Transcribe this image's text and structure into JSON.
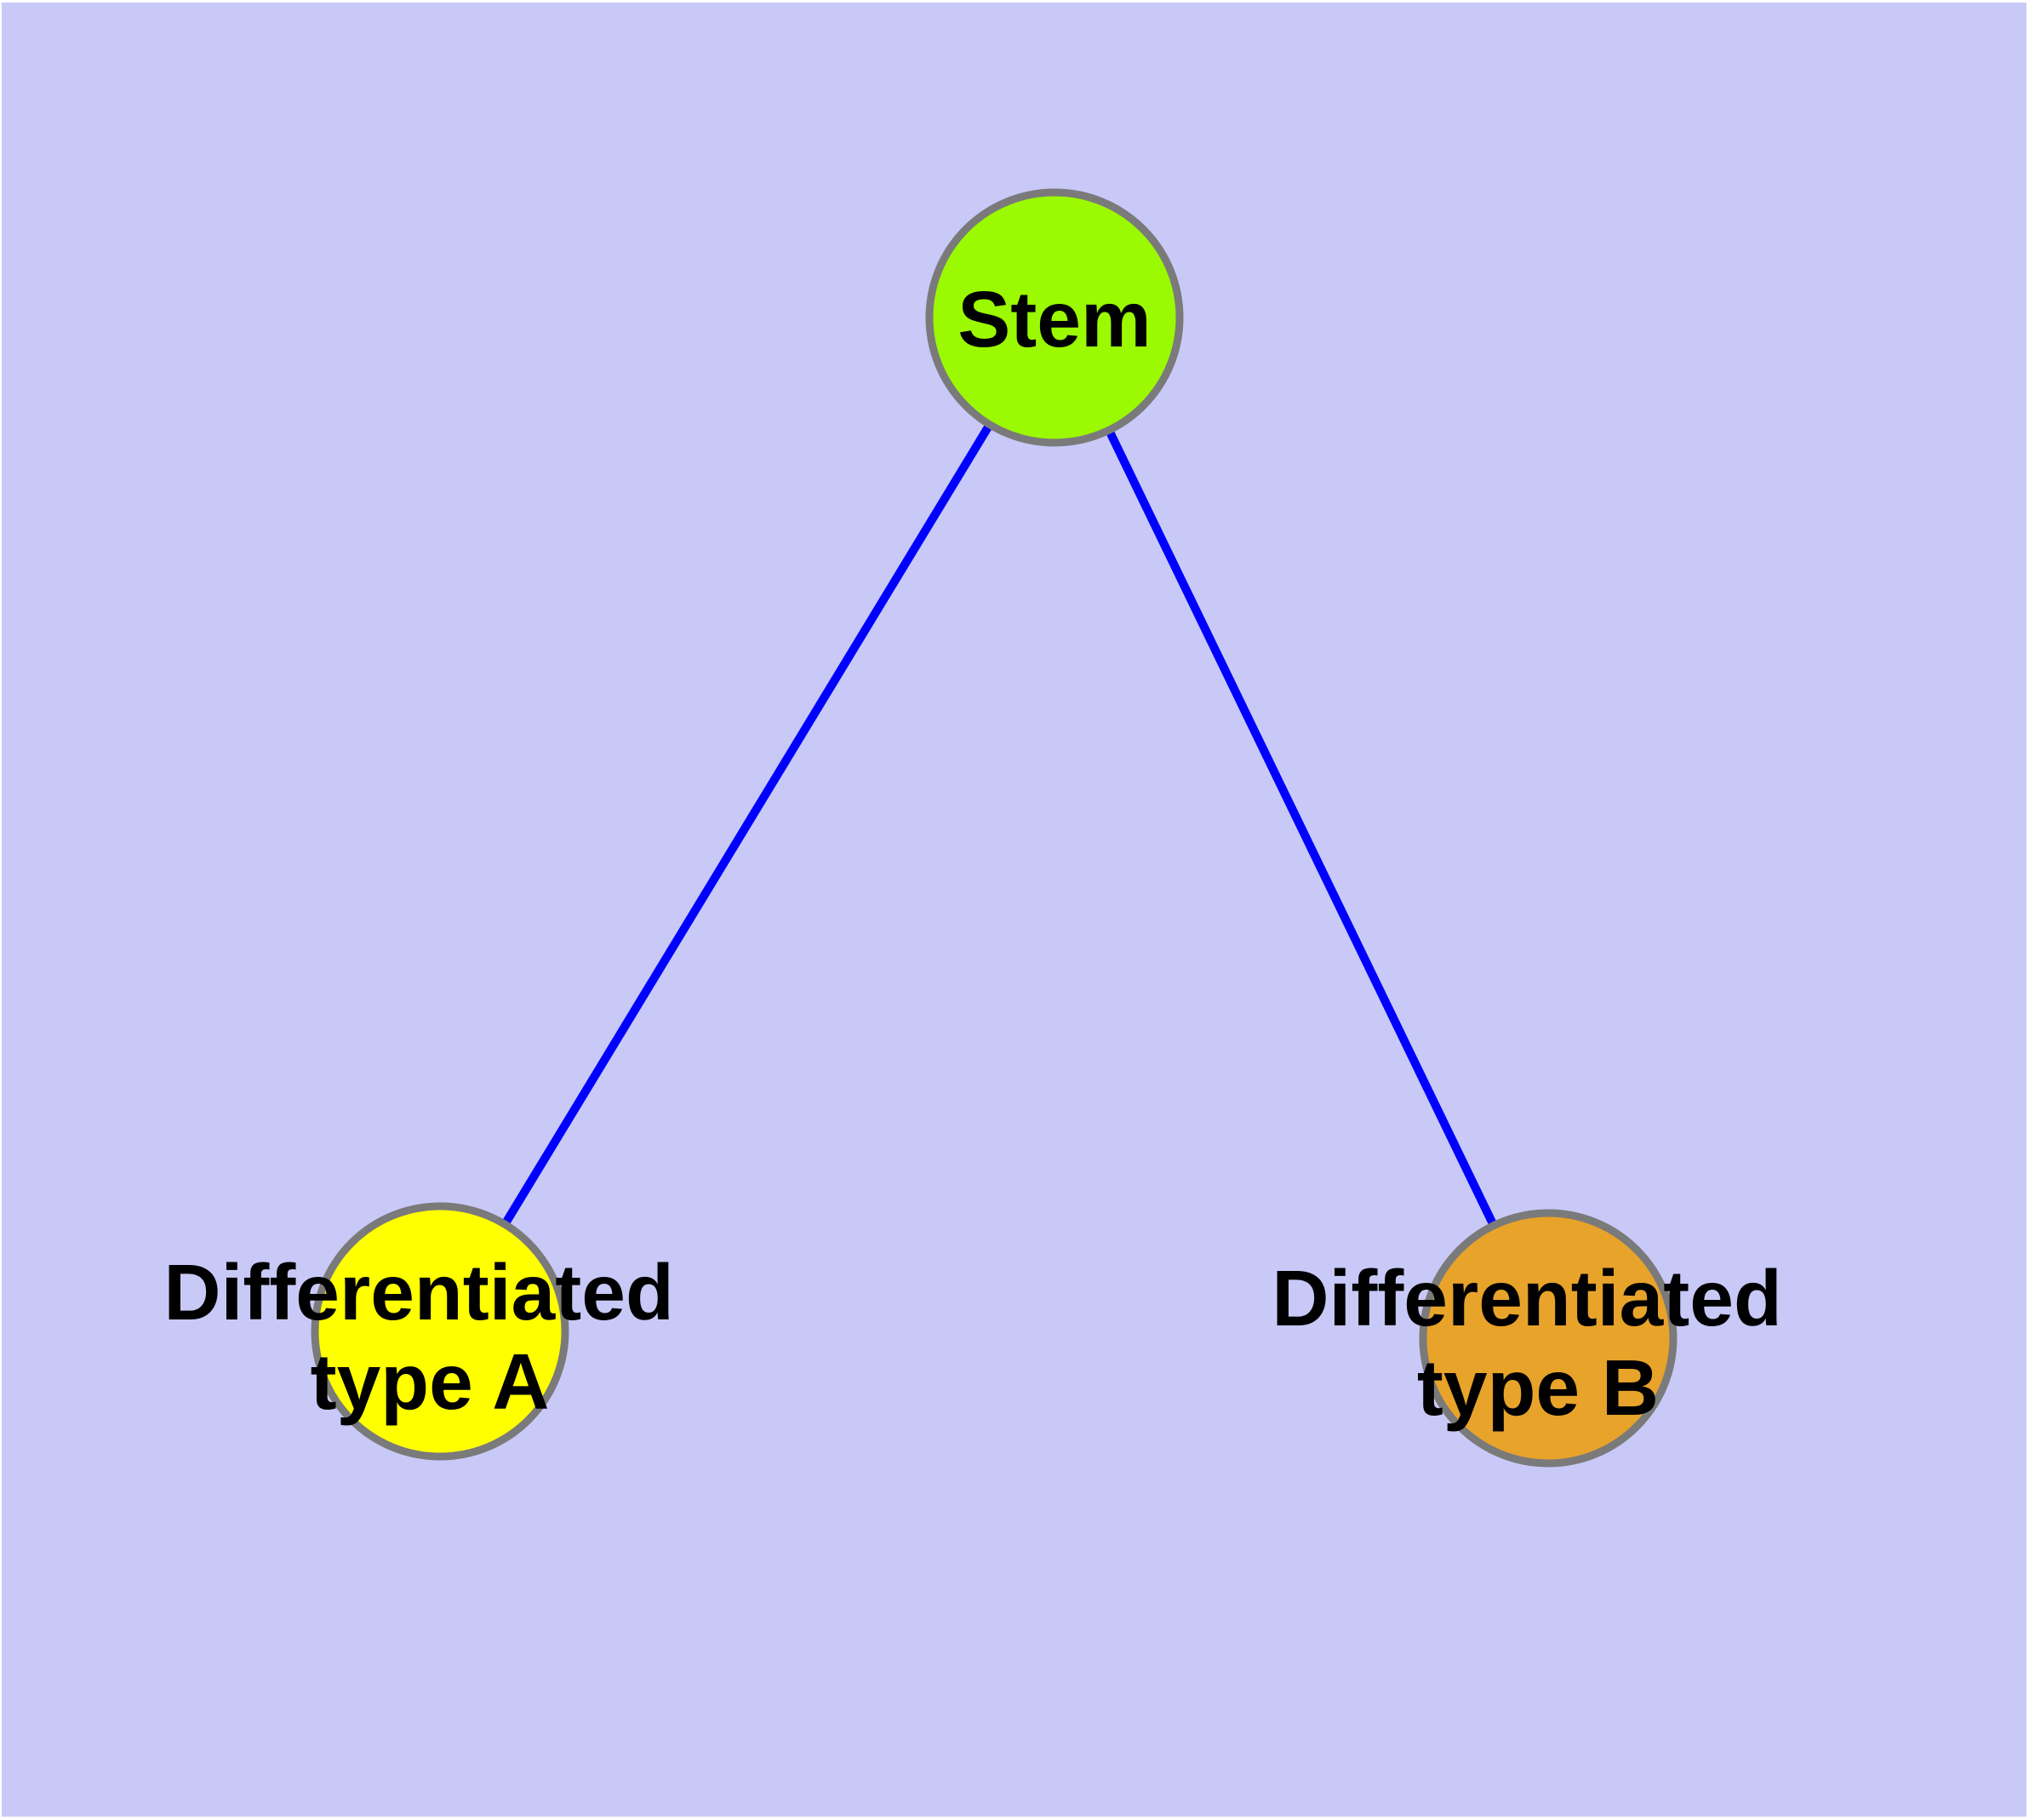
{
  "figure": {
    "description": "Stem cell differentiation graph diagram",
    "background_color": "#C9C9F8",
    "frame_color": "#FFFFFF",
    "edge_color": "#0000FF",
    "node_border_color": "#7A7A7A",
    "nodes": {
      "stem": {
        "label": "Stem",
        "fill_color": "#9BF902"
      },
      "type_a": {
        "label_line1": "Differentiated",
        "label_line2": "type A",
        "fill_color": "#FFFF00"
      },
      "type_b": {
        "label_line1": "Differentiated",
        "label_line2": "type B",
        "fill_color": "#E8A32A"
      }
    },
    "edges": [
      {
        "from": "stem",
        "to": "type_a"
      },
      {
        "from": "stem",
        "to": "type_b"
      }
    ]
  }
}
